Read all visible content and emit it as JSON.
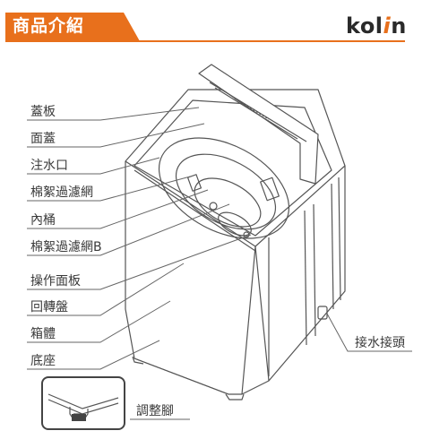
{
  "header": {
    "title": "商品介紹",
    "accent_color": "#e8701c"
  },
  "brand": {
    "prefix": "kol",
    "accent": "i",
    "suffix": "n"
  },
  "labels": {
    "lid": "蓋板",
    "top_cover": "面蓋",
    "water_inlet": "注水口",
    "lint_filter": "棉絮過濾網",
    "inner_tub": "內桶",
    "lint_filter_b": "棉絮過濾網B",
    "control_panel": "操作面板",
    "rotary_plate": "回轉盤",
    "cabinet": "箱體",
    "base": "底座",
    "water_connector": "接水接頭",
    "adjustable_foot": "調整腳"
  },
  "icons": {
    "machine": "washing-machine-illustration",
    "foot": "adjustable-foot-illustration"
  }
}
